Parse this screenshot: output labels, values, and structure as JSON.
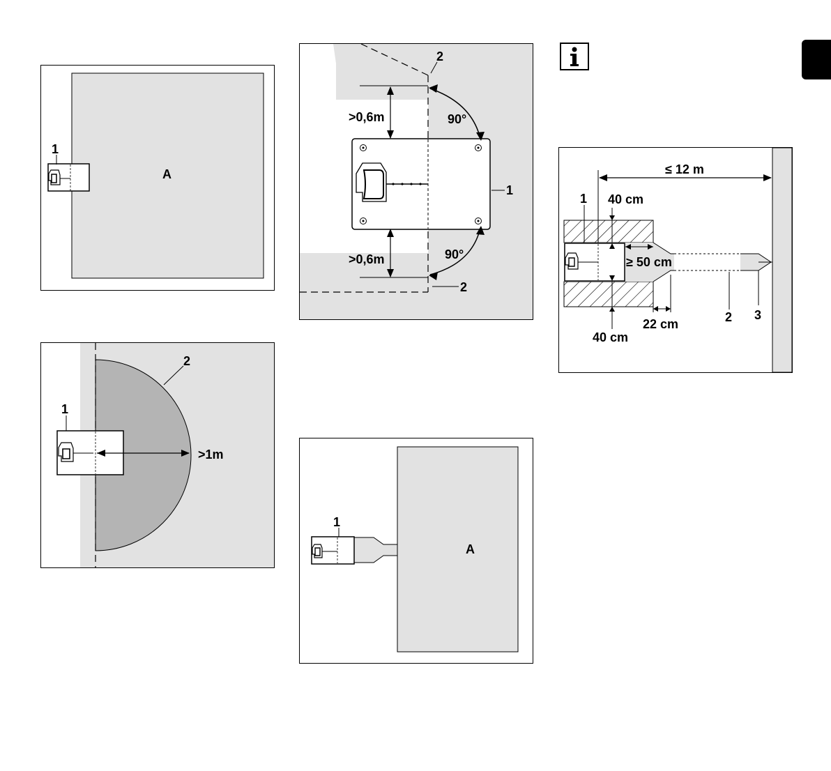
{
  "fig1": {
    "area_label": "A",
    "item1": "1"
  },
  "fig2": {
    "item1": "1",
    "item2": "2",
    "distance": ">1m"
  },
  "fig3": {
    "item1": "1",
    "item2_top": "2",
    "item2_bottom": "2",
    "top_distance": ">0,6m",
    "bottom_distance": ">0,6m",
    "top_angle": "90°",
    "bottom_angle": "90°"
  },
  "fig4": {
    "item1": "1",
    "area_label": "A"
  },
  "fig5": {
    "max_length": "≤ 12 m",
    "item1": "1",
    "item2": "2",
    "item3": "3",
    "clearance_top": "40 cm",
    "clearance_bottom": "40 cm",
    "min_width": "≥ 50 cm",
    "width_22": "22 cm"
  },
  "icons": {
    "info": "info-icon",
    "tab": "section-tab"
  }
}
